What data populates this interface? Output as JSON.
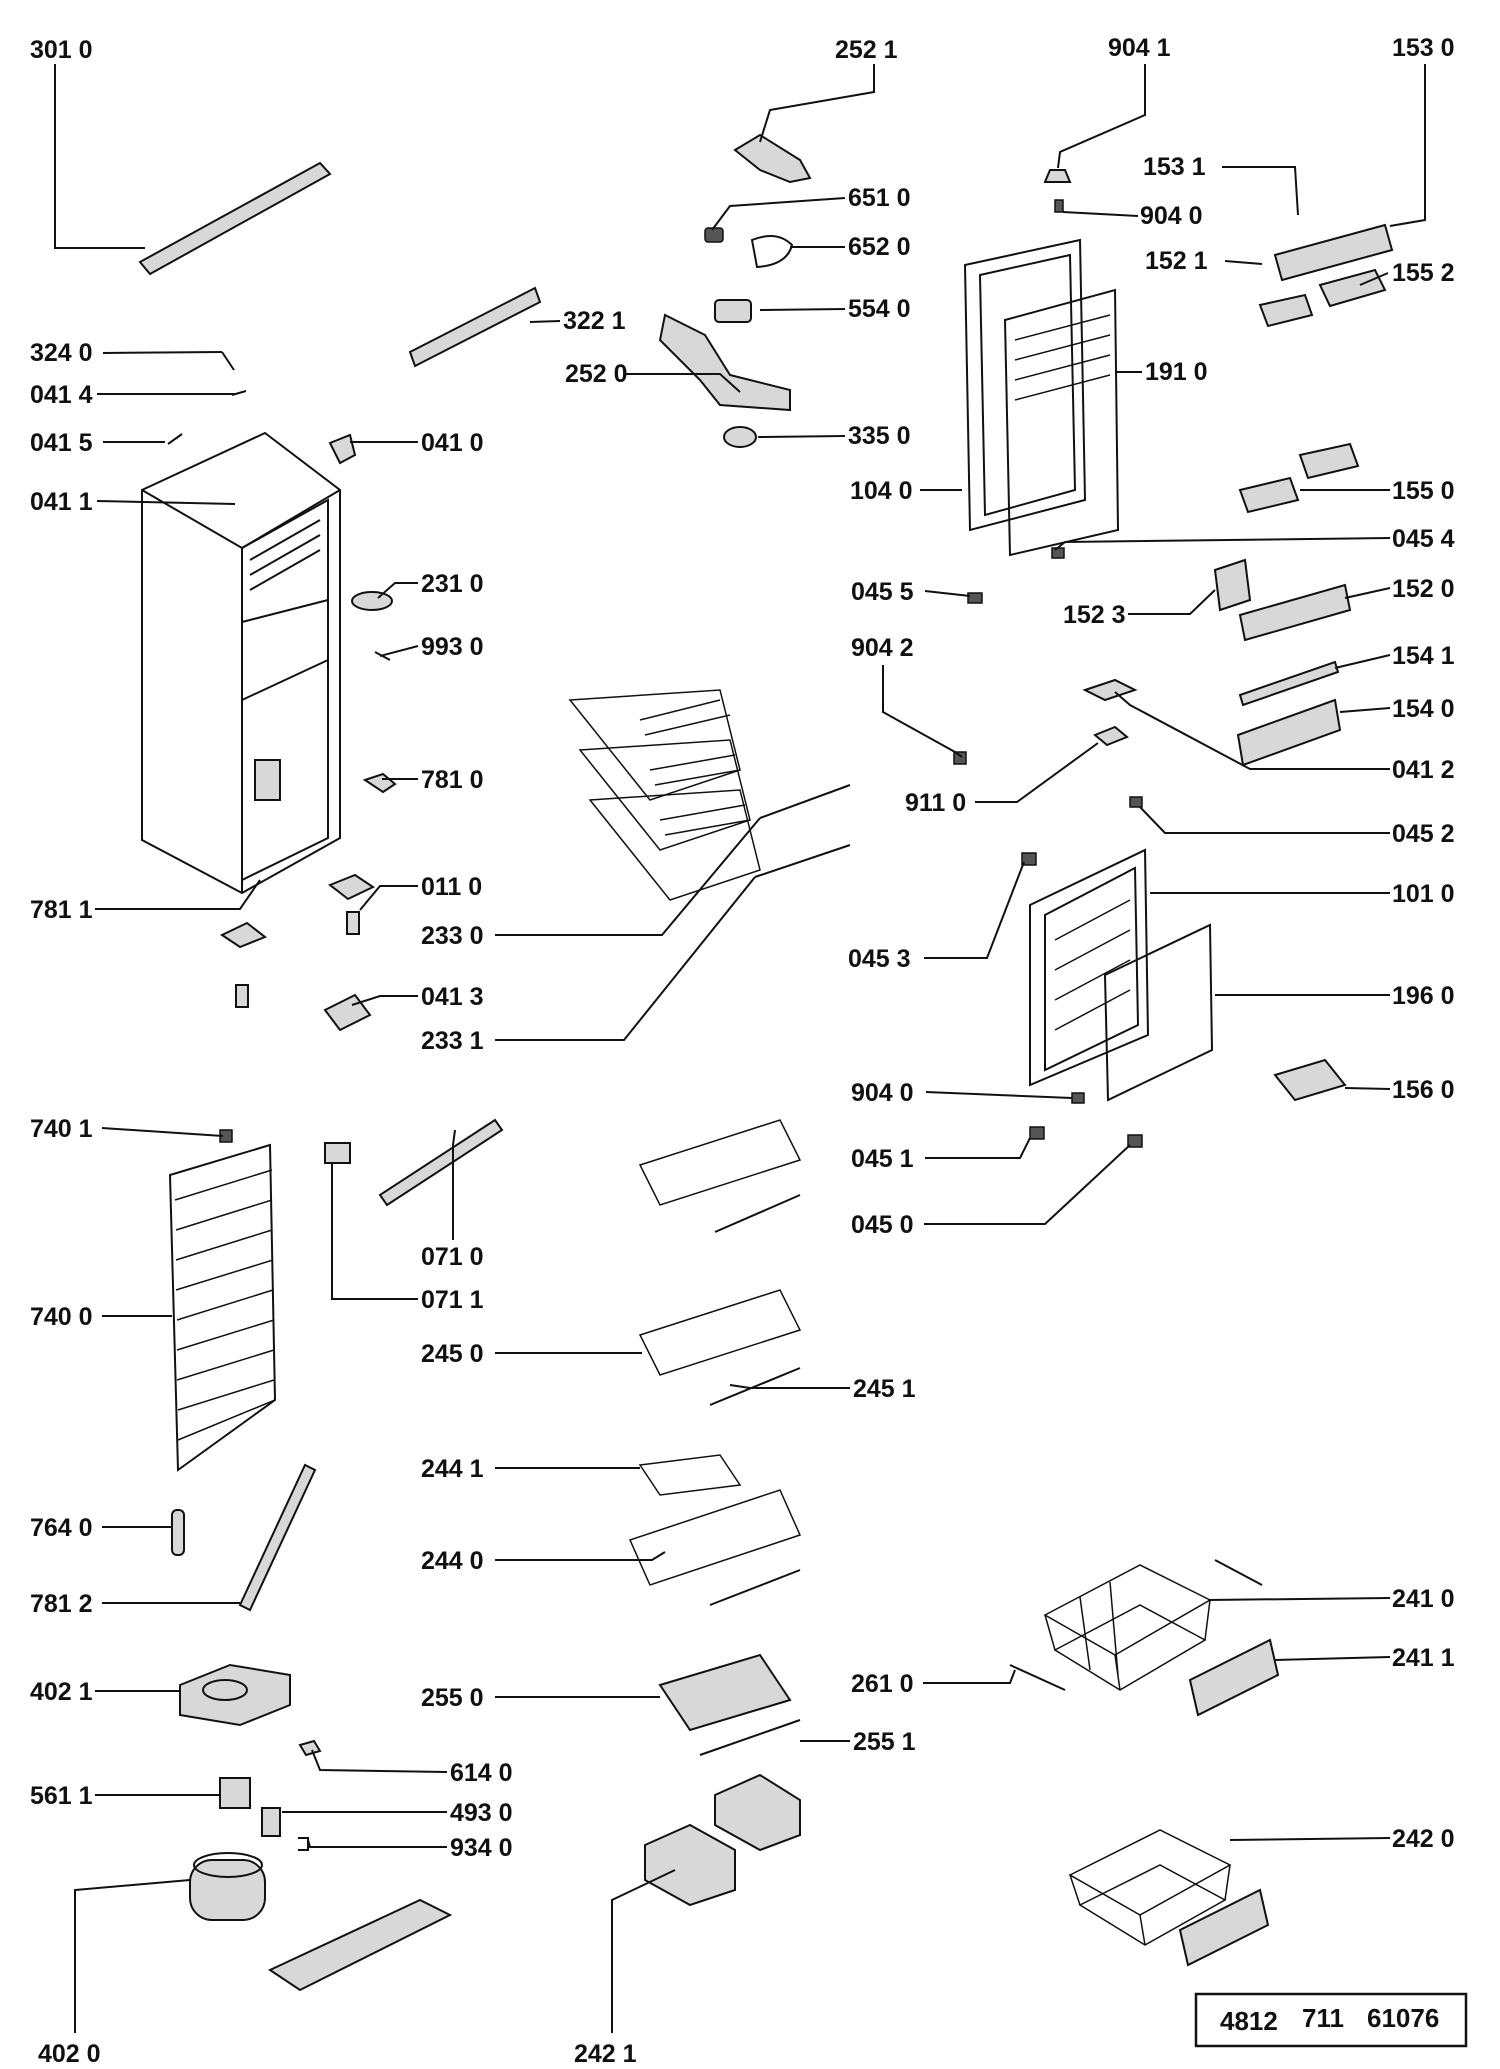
{
  "labels": {
    "p3010": "301 0",
    "p2521": "252 1",
    "p9041": "904 1",
    "p1530": "153 0",
    "p6510": "651 0",
    "p1531": "153 1",
    "p6520": "652 0",
    "p9040a": "904 0",
    "p1521": "152 1",
    "p1552": "155 2",
    "p5540": "554 0",
    "p3221": "322 1",
    "p3240": "324 0",
    "p1910": "191 0",
    "p2520": "252 0",
    "p0414": "041 4",
    "p0415": "041 5",
    "p0410": "041 0",
    "p3350": "335 0",
    "p1040": "104 0",
    "p1550": "155 0",
    "p0411": "041 1",
    "p0454": "045 4",
    "p2310": "231 0",
    "p0455": "045 5",
    "p1520": "152 0",
    "p1523": "152 3",
    "p9930": "993 0",
    "p9042": "904 2",
    "p1541": "154 1",
    "p1540": "154 0",
    "p7810": "781 0",
    "p0412": "041 2",
    "p9110": "911 0",
    "p0452": "045 2",
    "p0110": "011 0",
    "p7811": "781 1",
    "p1010": "101 0",
    "p2330": "233 0",
    "p0453": "045 3",
    "p0413": "041 3",
    "p1960": "196 0",
    "p2331": "233 1",
    "p9040b": "904 0",
    "p1560": "156 0",
    "p7401": "740 1",
    "p0451": "045 1",
    "p0450": "045 0",
    "p0710": "071 0",
    "p7400": "740 0",
    "p0711": "071 1",
    "p2450": "245 0",
    "p2451": "245 1",
    "p2441": "244 1",
    "p7640": "764 0",
    "p2440": "244 0",
    "p7812": "781 2",
    "p2410": "241 0",
    "p2411": "241 1",
    "p4021": "402 1",
    "p2550": "255 0",
    "p2610": "261 0",
    "p2551": "255 1",
    "p6140": "614 0",
    "p5611": "561 1",
    "p4930": "493 0",
    "p9340": "934 0",
    "p2420": "242 0",
    "p4020": "402 0",
    "p2421": "242 1"
  },
  "doc_code": [
    "4812",
    "711",
    "61076"
  ]
}
